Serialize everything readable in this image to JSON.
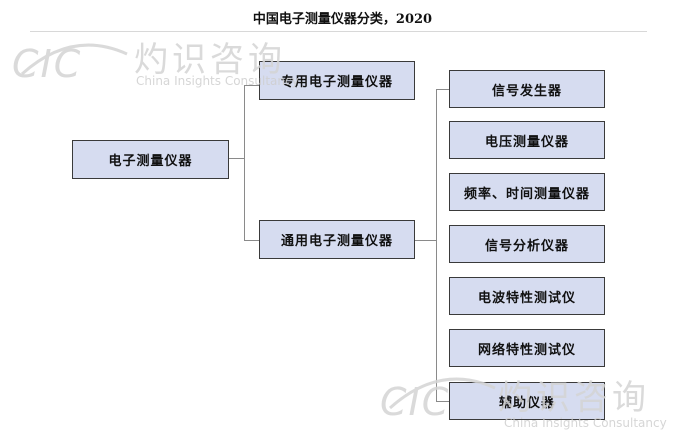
{
  "title": "中国电子测量仪器分类，2020",
  "root": {
    "label": "电子测量仪器"
  },
  "branches": [
    {
      "label": "专用电子测量仪器"
    },
    {
      "label": "通用电子测量仪器"
    }
  ],
  "leaves": [
    "信号发生器",
    "电压测量仪器",
    "频率、时间测量仪器",
    "信号分析仪器",
    "电波特性测试仪",
    "网络特性测试仪",
    "辅助仪器"
  ],
  "watermark": {
    "logo_text": "CIC",
    "cn_text": "灼识咨询",
    "en_text": "China Insights Consultancy"
  },
  "colors": {
    "box_fill": "#d6dcf0",
    "box_border": "#3a3a3a",
    "connector": "#8a8a8a",
    "watermark": "#d4d4d4"
  }
}
